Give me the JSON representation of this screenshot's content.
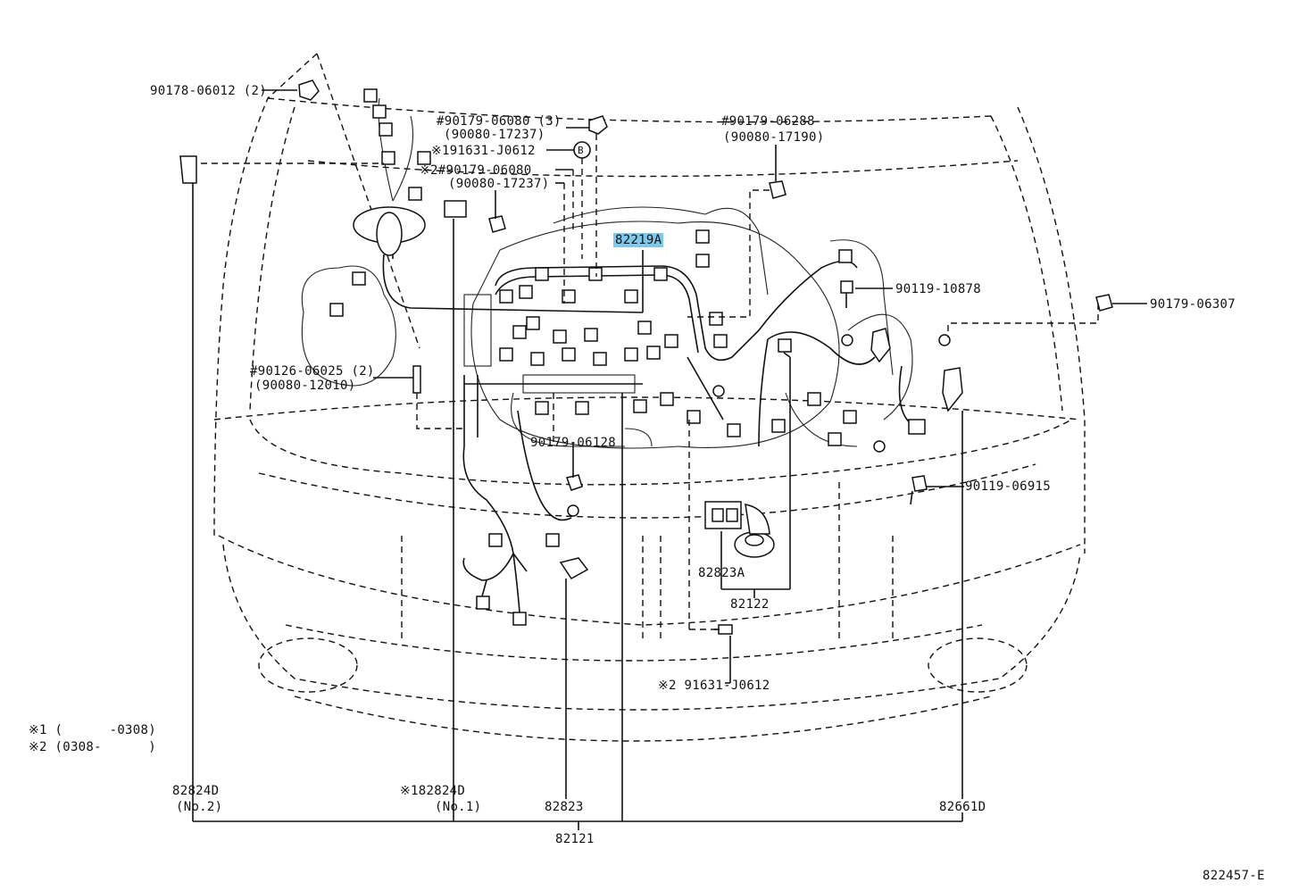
{
  "labels": {
    "p90178": "90178-06012 (2)",
    "p90179_06080_a": "#90179-06080 (3)",
    "p90080_17237_a": "(90080-17237)",
    "p191631": "※191631-J0612",
    "circle_b": "B",
    "p2_90179_06080": "※2#90179-06080",
    "p90080_17237_b": "(90080-17237)",
    "p90179_06288": "#90179-06288",
    "p90080_17190": "(90080-17190)",
    "p82219a": "82219A",
    "p90119_10878": "90119-10878",
    "p90179_06307": "90179-06307",
    "p90126": "#90126-06025 (2)",
    "p90080_12010": "(90080-12010)",
    "p90179_06128": "90179-06128",
    "p90119_06915": "90119-06915",
    "p82823a": "82823A",
    "p82122": "82122",
    "p2_91631": "※2 91631-J0612",
    "note1": "※1 (      -0308)",
    "note2": "※2 (0308-      )",
    "p82824d_no2": "82824D",
    "no2": "(No.2)",
    "p1_82824d": "※182824D",
    "no1": "(No.1)",
    "p82823": "82823",
    "p82661d": "82661D",
    "p82121": "82121",
    "diagram_id": "822457-E"
  },
  "colors": {
    "highlight": "#7ec8ea",
    "ink": "#111111"
  }
}
